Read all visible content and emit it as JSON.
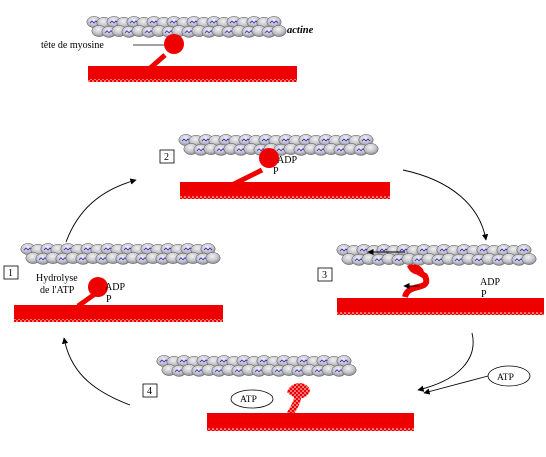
{
  "diagram": {
    "labels": {
      "actin": "actine",
      "myosin_head": "tête de myosine",
      "hydrolysis_line1": "Hydrolyse",
      "hydrolysis_line2": "de l'ATP",
      "adp": "ADP",
      "p": "P",
      "atp": "ATP"
    },
    "steps": [
      "1",
      "2",
      "3",
      "4"
    ]
  },
  "colors": {
    "myosin": "#ee0000",
    "actin_bead": "#c8c8cc",
    "actin_dots": "#3a36c8",
    "arrow": "#000000"
  }
}
